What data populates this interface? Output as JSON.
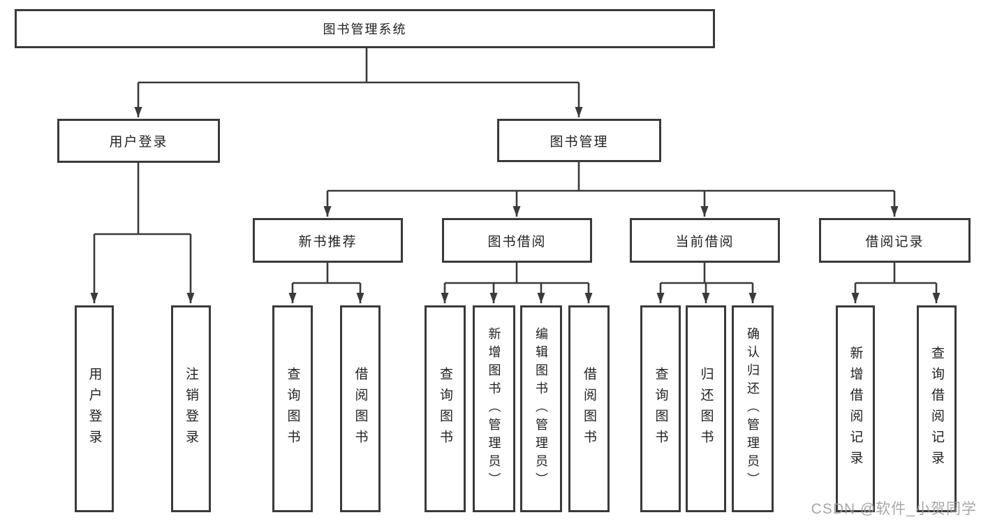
{
  "title": {
    "label": "图书管理系统"
  },
  "modules": [
    {
      "label": "用户登录"
    },
    {
      "label": "图书管理"
    }
  ],
  "submodules": [
    {
      "label": "新书推荐",
      "parent": "图书管理"
    },
    {
      "label": "图书借阅",
      "parent": "图书管理"
    },
    {
      "label": "当前借阅",
      "parent": "图书管理"
    },
    {
      "label": "借阅记录",
      "parent": "图书管理"
    }
  ],
  "functions": [
    {
      "label": "用户登录",
      "parent": "用户登录"
    },
    {
      "label": "注销登录",
      "parent": "用户登录"
    },
    {
      "label": "查询图书",
      "parent": "新书推荐"
    },
    {
      "label": "借阅图书",
      "parent": "新书推荐"
    },
    {
      "label": "查询图书",
      "parent": "图书借阅"
    },
    {
      "label": "新增图书（管理员）",
      "parent": "图书借阅"
    },
    {
      "label": "编辑图书（管理员）",
      "parent": "图书借阅"
    },
    {
      "label": "借阅图书",
      "parent": "图书借阅"
    },
    {
      "label": "查询图书",
      "parent": "当前借阅"
    },
    {
      "label": "归还图书",
      "parent": "当前借阅"
    },
    {
      "label": "确认归还（管理员）",
      "parent": "当前借阅"
    },
    {
      "label": "新增借阅记录",
      "parent": "借阅记录"
    },
    {
      "label": "查询借阅记录",
      "parent": "借阅记录"
    }
  ],
  "watermark": {
    "text": "CSDN @软件_小贺同学"
  },
  "colors": {
    "line": "#3a3a3a",
    "text": "#222222",
    "watermark": "#9c9c9c",
    "background": "#ffffff"
  }
}
